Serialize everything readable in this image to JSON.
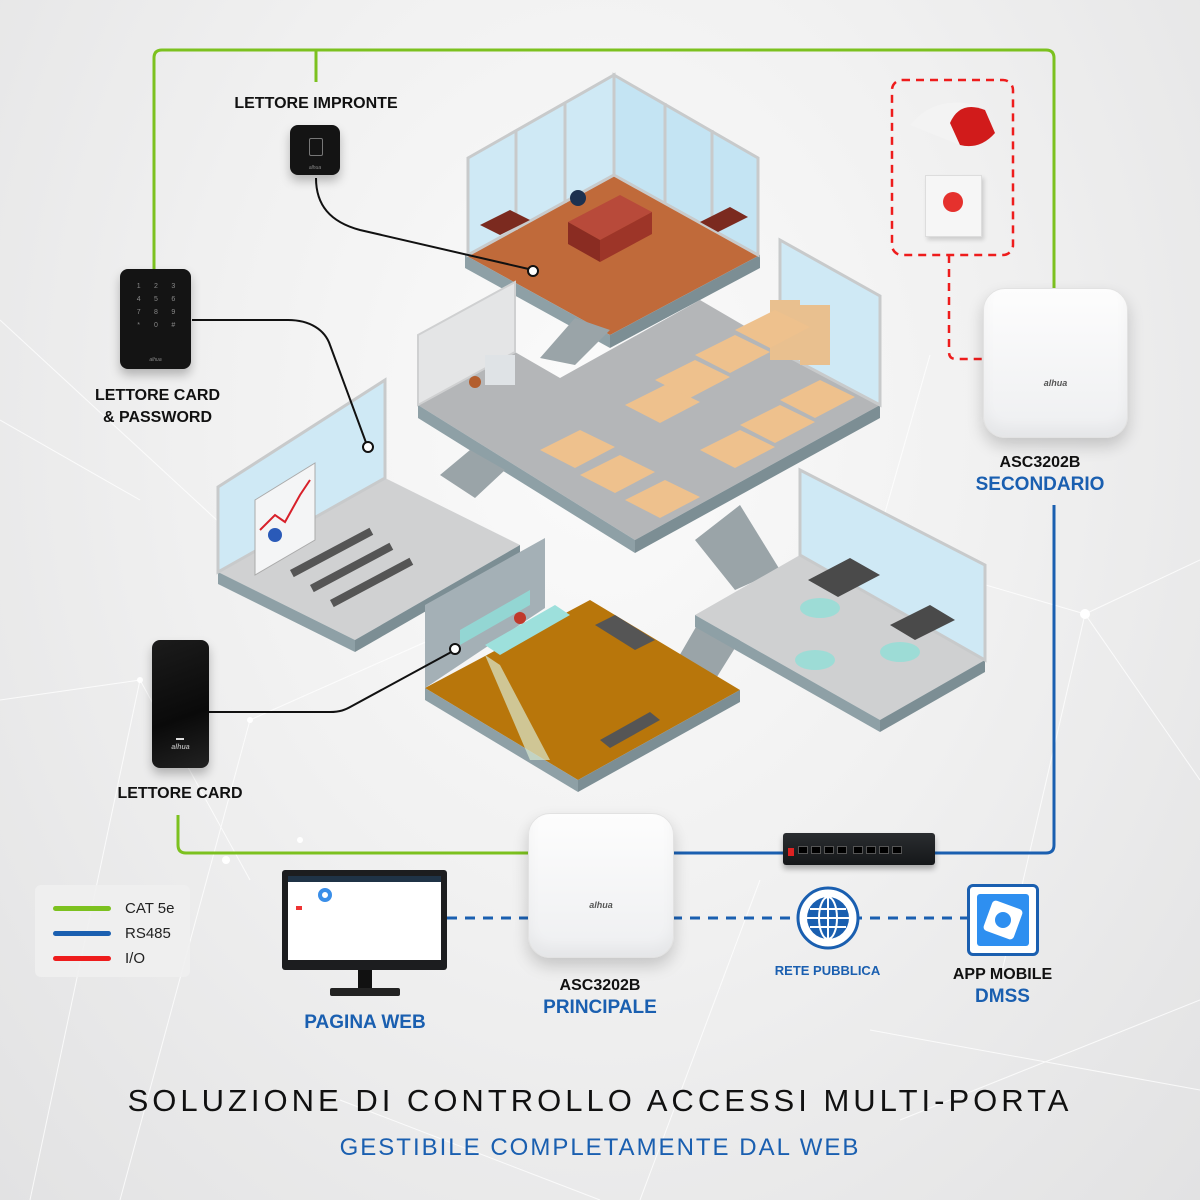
{
  "title": "SOLUZIONE DI CONTROLLO ACCESSI MULTI-PORTA",
  "subtitle": "GESTIBILE COMPLETAMENTE DAL WEB",
  "colors": {
    "cat5e": "#7cc11f",
    "rs485": "#1a5fb0",
    "io": "#ee1c1c",
    "label_blue": "#1a5fb0"
  },
  "legend": [
    {
      "label": "CAT 5e",
      "color": "#7cc11f"
    },
    {
      "label": "RS485",
      "color": "#1a5fb0"
    },
    {
      "label": "I/O",
      "color": "#ee1c1c"
    }
  ],
  "devices": {
    "fingerprint_reader": {
      "label": "LETTORE IMPRONTE",
      "icon": "fingerprint-reader-icon"
    },
    "card_password_reader": {
      "label_line1": "LETTORE CARD",
      "label_line2": "& PASSWORD",
      "icon": "keypad-reader-icon",
      "keys": [
        "1",
        "2",
        "3",
        "4",
        "5",
        "6",
        "7",
        "8",
        "9",
        "*",
        "0",
        "#"
      ]
    },
    "card_reader": {
      "label": "LETTORE CARD",
      "icon": "card-reader-icon"
    },
    "controller_secondary": {
      "model": "ASC3202B",
      "role": "SECONDARIO",
      "brand": "alhua"
    },
    "controller_primary": {
      "model": "ASC3202B",
      "role": "PRINCIPALE",
      "brand": "alhua"
    },
    "alarm_devices": {
      "items": [
        "siren-icon",
        "emergency-button-icon"
      ]
    },
    "switch": {
      "icon": "poe-switch-icon"
    },
    "web_page": {
      "label": "PAGINA WEB",
      "icon": "monitor-icon"
    },
    "public_network": {
      "label": "RETE PUBBLICA",
      "icon": "globe-icon"
    },
    "mobile_app": {
      "label_line1": "APP MOBILE",
      "label_line2": "DMSS",
      "icon": "dmss-app-icon"
    }
  },
  "brand_tag": "alhua",
  "building": {
    "rooms": [
      "executive-office",
      "open-office",
      "meeting-room",
      "reception",
      "lounge"
    ]
  }
}
